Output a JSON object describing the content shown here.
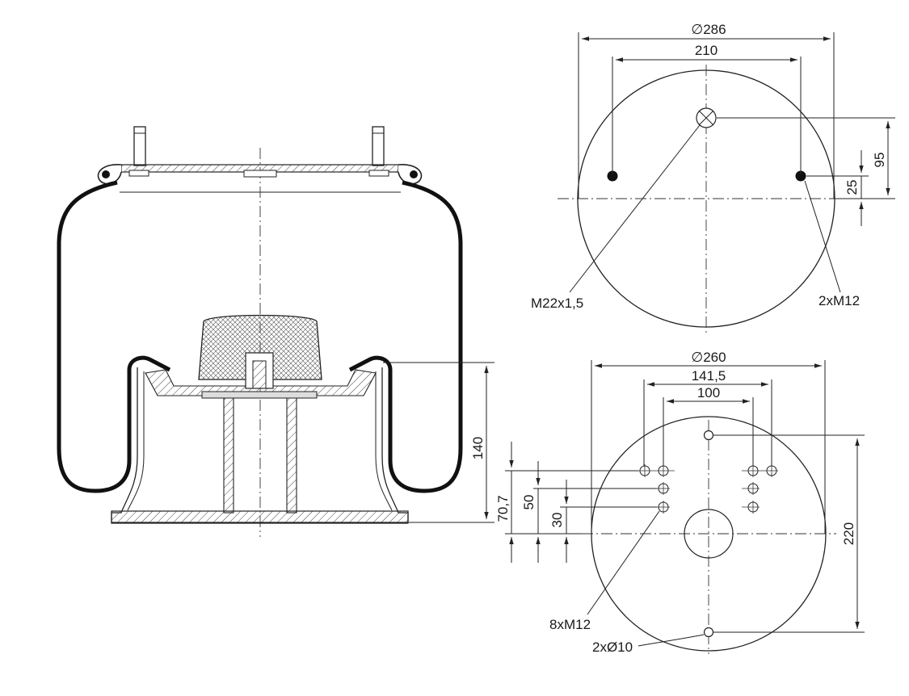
{
  "top_view": {
    "dim_outer_diameter": "286",
    "dim_bolt_spacing": "210",
    "dim_vertical_offset": "95",
    "dim_bolt_offset": "25",
    "label_center_thread": "M22x1,5",
    "label_bolts": "2xM12",
    "diameter_symbol": "∅"
  },
  "bottom_view": {
    "dim_outer_diameter": "260",
    "dim_outer_hole_spacing": "141,5",
    "dim_inner_hole_spacing": "100",
    "dim_locator_spacing": "220",
    "dim_row1": "70,7",
    "dim_row2": "50",
    "dim_row3": "30",
    "label_holes": "8xM12",
    "label_locators": "2xØ10",
    "diameter_symbol": "∅"
  },
  "side_view": {
    "dim_height": "140"
  }
}
